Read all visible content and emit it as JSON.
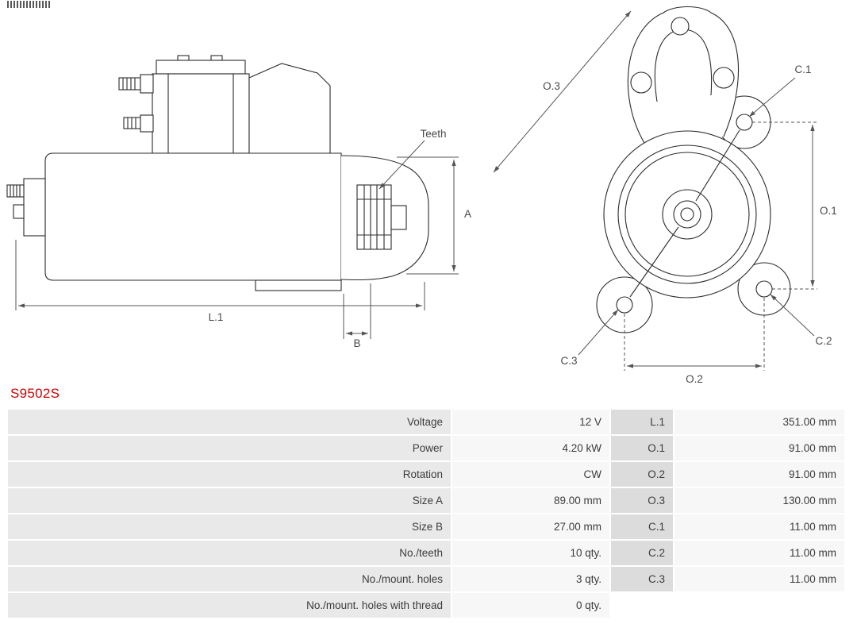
{
  "part_number": "S9502S",
  "colors": {
    "part_number": "#cc0000",
    "cell_label_bg": "#e9e9e9",
    "cell_dim_bg": "#dcdcdc",
    "cell_value_bg": "#f7f7f7"
  },
  "drawings": {
    "side_view": {
      "labels": {
        "teeth": "Teeth",
        "a": "A",
        "l1": "L.1",
        "b": "B"
      }
    },
    "front_view": {
      "labels": {
        "o3": "O.3",
        "c1": "C.1",
        "o1": "O.1",
        "c2": "C.2",
        "c3": "C.3",
        "o2": "O.2"
      }
    }
  },
  "specs_table": {
    "rows": [
      {
        "label": "Voltage",
        "value": "12 V",
        "dim": "L.1",
        "dim_value": "351.00 mm"
      },
      {
        "label": "Power",
        "value": "4.20 kW",
        "dim": "O.1",
        "dim_value": "91.00 mm"
      },
      {
        "label": "Rotation",
        "value": "CW",
        "dim": "O.2",
        "dim_value": "91.00 mm"
      },
      {
        "label": "Size A",
        "value": "89.00 mm",
        "dim": "O.3",
        "dim_value": "130.00 mm"
      },
      {
        "label": "Size B",
        "value": "27.00 mm",
        "dim": "C.1",
        "dim_value": "11.00 mm"
      },
      {
        "label": "No./teeth",
        "value": "10 qty.",
        "dim": "C.2",
        "dim_value": "11.00 mm"
      },
      {
        "label": "No./mount. holes",
        "value": "3 qty.",
        "dim": "C.3",
        "dim_value": "11.00 mm"
      },
      {
        "label": "No./mount. holes with thread",
        "value": "0 qty.",
        "dim": "",
        "dim_value": ""
      }
    ]
  }
}
